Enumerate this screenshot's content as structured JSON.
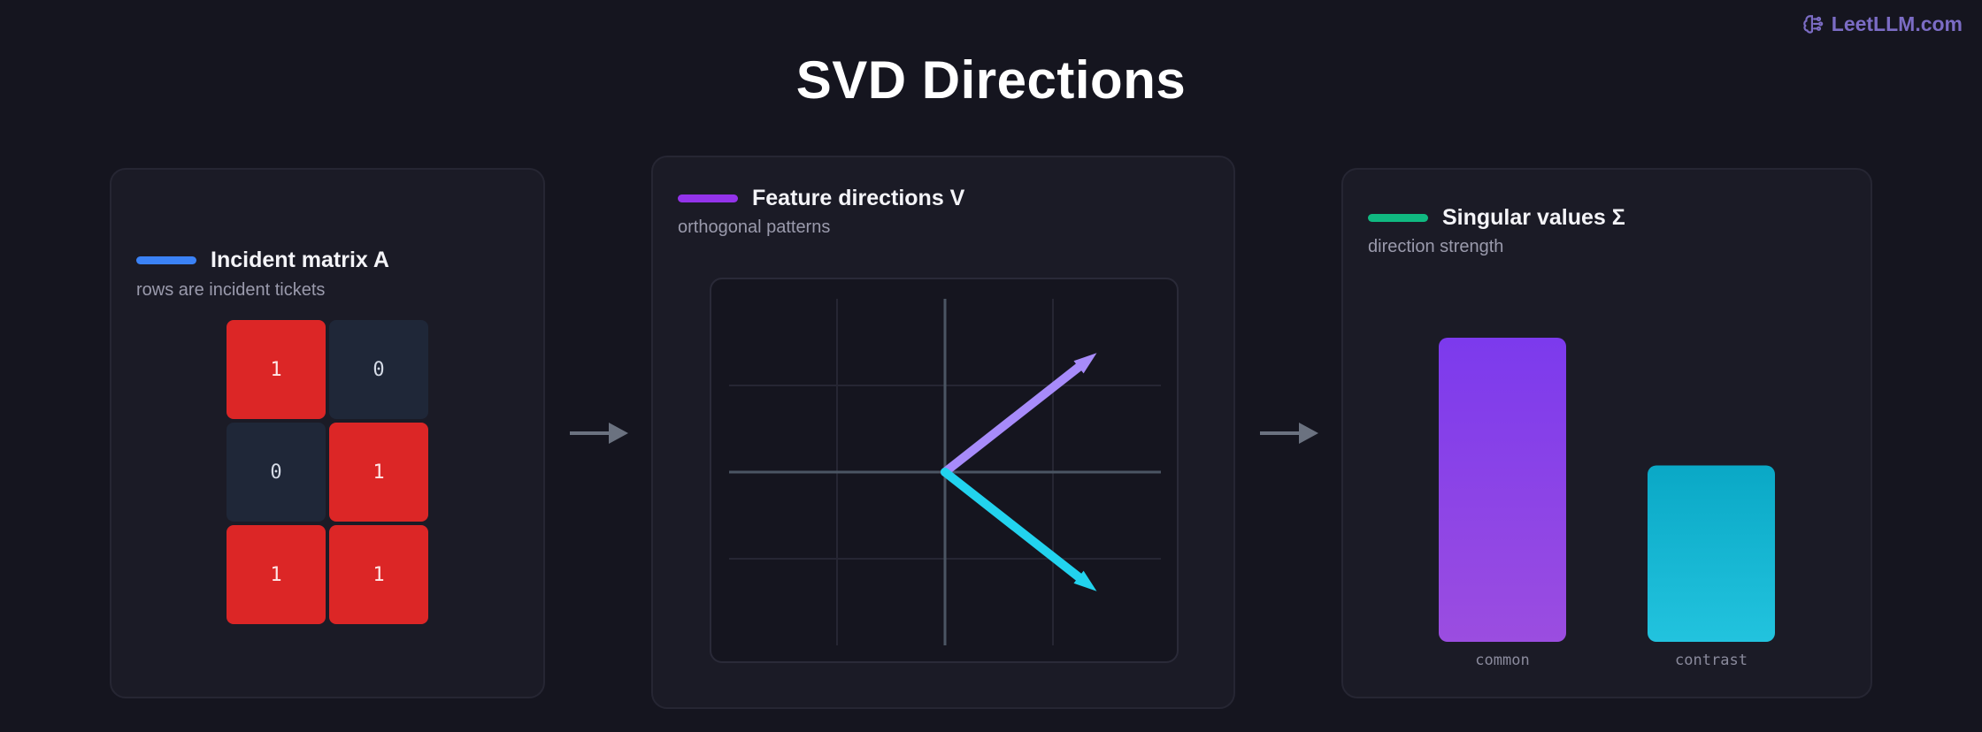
{
  "brand": {
    "name": "LeetLLM.com",
    "icon": "brain-icon",
    "color": "#7b6cc4"
  },
  "title": "SVD Directions",
  "panels": {
    "matrix": {
      "title": "Incident matrix A",
      "subtitle": "rows are incident tickets",
      "accent": "#3b82f6",
      "rows": [
        [
          "1",
          "0"
        ],
        [
          "0",
          "1"
        ],
        [
          "1",
          "1"
        ]
      ]
    },
    "directions": {
      "title": "Feature directions V",
      "subtitle": "orthogonal patterns",
      "accent": "#9333ea",
      "vectors": [
        {
          "dx": 0.7,
          "dy": 0.55,
          "color": "#a78bfa"
        },
        {
          "dx": 0.7,
          "dy": -0.55,
          "color": "#22d3ee"
        }
      ]
    },
    "singular": {
      "title": "Singular values Σ",
      "subtitle": "direction strength",
      "accent": "#10b981"
    }
  },
  "colors": {
    "cell_on": "#dc2626",
    "cell_off": "#1f2738",
    "arrow": "#6b7280"
  },
  "chart_data": {
    "type": "bar",
    "categories": [
      "common",
      "contrast"
    ],
    "values": [
      1.0,
      0.58
    ],
    "colors": [
      [
        "#7c3aed",
        "#9b4de0"
      ],
      [
        "#0aa8c6",
        "#22c3de"
      ]
    ],
    "ylim": [
      0,
      1.0
    ]
  }
}
